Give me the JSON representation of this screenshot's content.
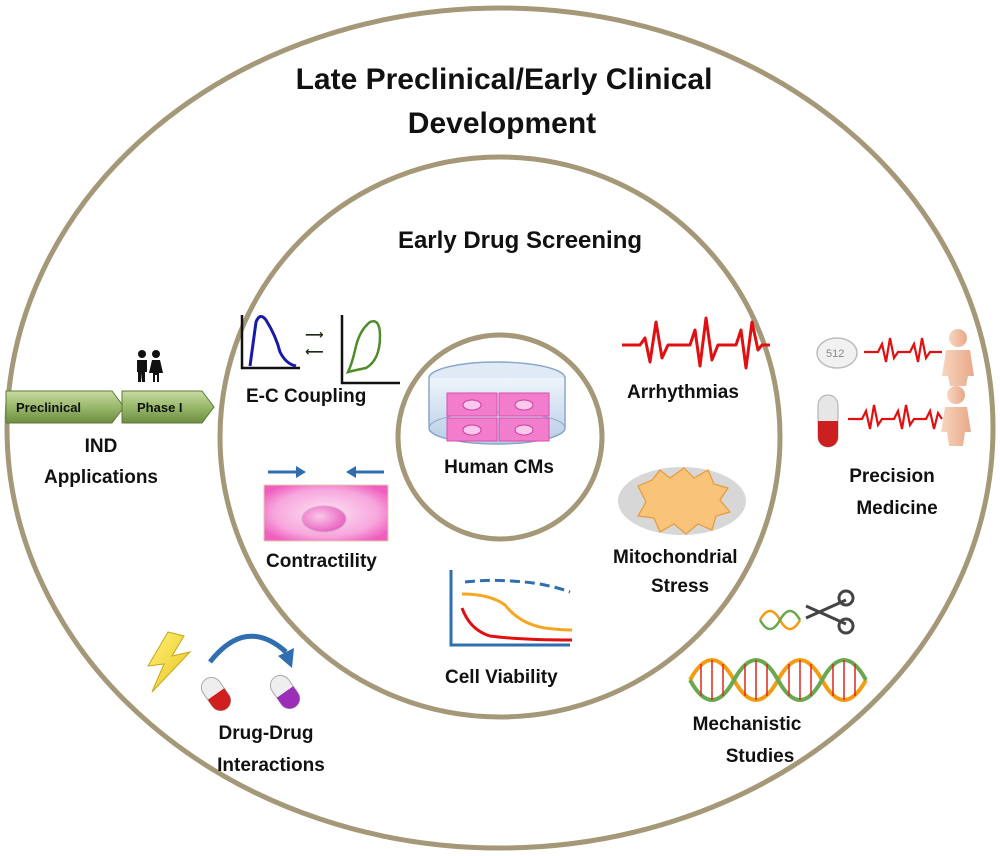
{
  "outer_title_line1": "Late Preclinical/Early Clinical",
  "outer_title_line2": "Development",
  "inner_title": "Early Drug Screening",
  "center_label": "Human CMs",
  "inner_items": {
    "ec_coupling": "E-C Coupling",
    "arrhythmias": "Arrhythmias",
    "contractility": "Contractility",
    "mitochondrial_line1": "Mitochondrial",
    "mitochondrial_line2": "Stress",
    "cell_viability": "Cell Viability"
  },
  "outer_items": {
    "stage_preclinical": "Preclinical",
    "stage_phase1": "Phase I",
    "ind_line1": "IND",
    "ind_line2": "Applications",
    "pill_marking": "512",
    "precision_line1": "Precision",
    "precision_line2": "Medicine",
    "ddi_line1": "Drug-Drug",
    "ddi_line2": "Interactions",
    "mech_line1": "Mechanistic",
    "mech_line2": "Studies"
  },
  "colors": {
    "ring": "#a59878",
    "arrow_green": "#86a35a",
    "ecg_red": "#e01010",
    "blue": "#1a1aa8",
    "green_curve": "#4e8c2a",
    "pink_cell": "#f06dc2",
    "mito_orange": "#f9c37a",
    "arrow_blue": "#2f6fb0"
  },
  "icons": [
    "people-icon",
    "pill-icon",
    "capsule-icon",
    "person-icon",
    "lightning-icon",
    "dna-icon",
    "scissors-icon",
    "culture-dish-icon"
  ]
}
